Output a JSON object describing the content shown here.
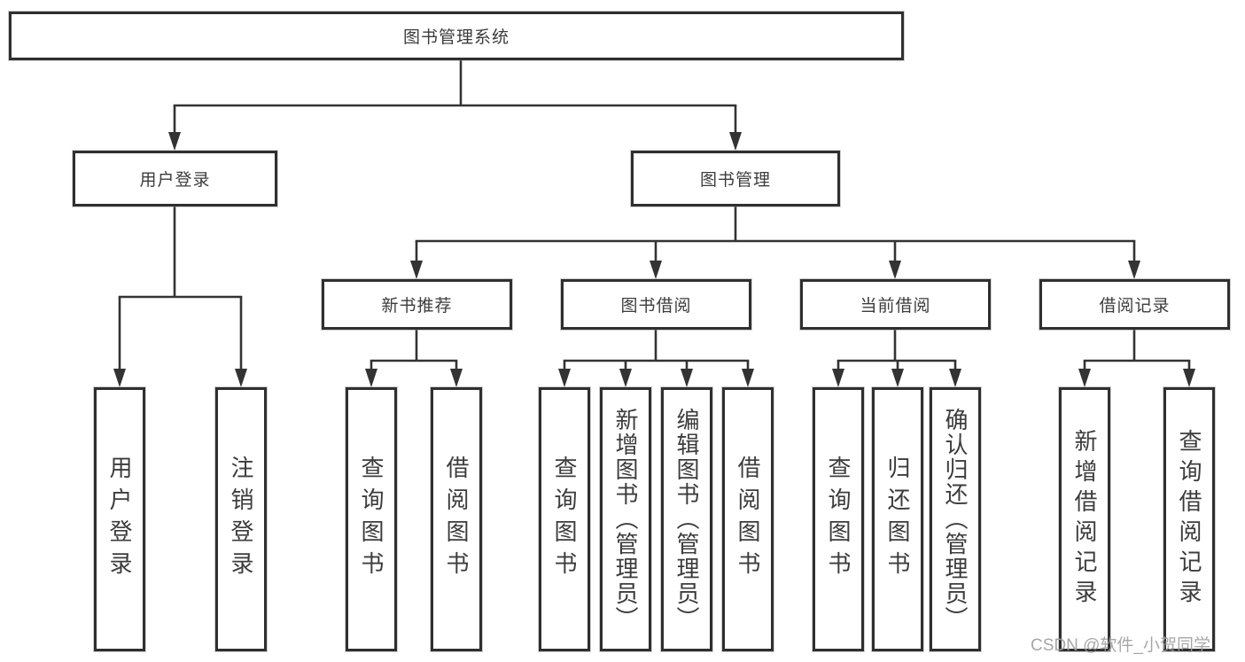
{
  "page": {
    "background": "#ffffff"
  },
  "colors": {
    "line": "#333333",
    "box_border": "#2f2f2f",
    "text": "#3c3c3c",
    "watermark": "#9e9e9e"
  },
  "diagram": {
    "root": {
      "label": "图书管理系统"
    },
    "level1": [
      {
        "label": "用户登录"
      },
      {
        "label": "图书管理"
      }
    ],
    "level2": [
      {
        "label": "新书推荐"
      },
      {
        "label": "图书借阅"
      },
      {
        "label": "当前借阅"
      },
      {
        "label": "借阅记录"
      }
    ],
    "leaves": {
      "user_login": [
        {
          "label": "用户登录"
        },
        {
          "label": "注销登录"
        }
      ],
      "new_book_recommend": [
        {
          "label": "查询图书"
        },
        {
          "label": "借阅图书"
        }
      ],
      "book_borrow": [
        {
          "label": "查询图书"
        },
        {
          "label": "新增图书（管理员）"
        },
        {
          "label": "编辑图书（管理员）"
        },
        {
          "label": "借阅图书"
        }
      ],
      "current_borrow": [
        {
          "label": "查询图书"
        },
        {
          "label": "归还图书"
        },
        {
          "label": "确认归还（管理员）"
        }
      ],
      "borrow_records": [
        {
          "label": "新增借阅记录"
        },
        {
          "label": "查询借阅记录"
        }
      ]
    }
  },
  "watermark": {
    "text": "CSDN @软件_小贺同学"
  }
}
